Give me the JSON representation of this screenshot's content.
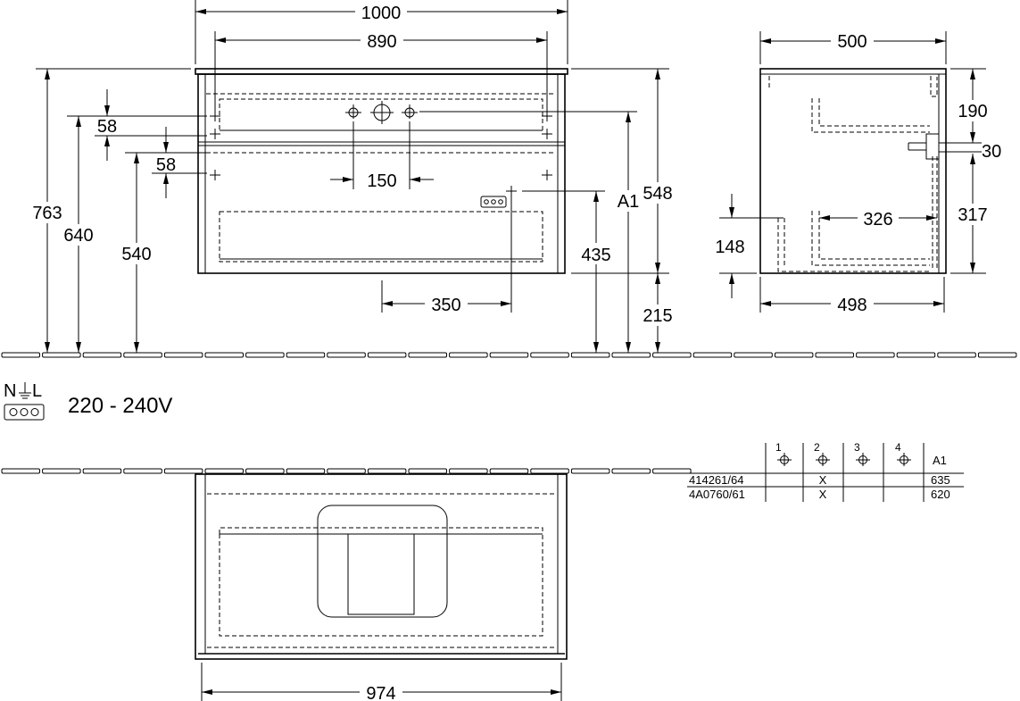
{
  "dimensions": {
    "d1000": "1000",
    "d890": "890",
    "d58a": "58",
    "d58b": "58",
    "d763": "763",
    "d640": "640",
    "d540": "540",
    "d150": "150",
    "d548": "548",
    "dA1": "A1",
    "d435": "435",
    "d350": "350",
    "d215": "215",
    "d500": "500",
    "d190": "190",
    "d30": "30",
    "d148": "148",
    "d326": "326",
    "d317": "317",
    "d498": "498",
    "d974": "974"
  },
  "electrical": {
    "n": "N",
    "l": "L",
    "voltage": "220 - 240V"
  },
  "table": {
    "columns": [
      "1",
      "2",
      "3",
      "4",
      "A1"
    ],
    "rows": [
      {
        "code": "414261/64",
        "c1": "",
        "c2": "X",
        "c3": "",
        "c4": "",
        "a1": "635"
      },
      {
        "code": "4A0760/61",
        "c1": "",
        "c2": "X",
        "c3": "",
        "c4": "",
        "a1": "620"
      }
    ]
  }
}
